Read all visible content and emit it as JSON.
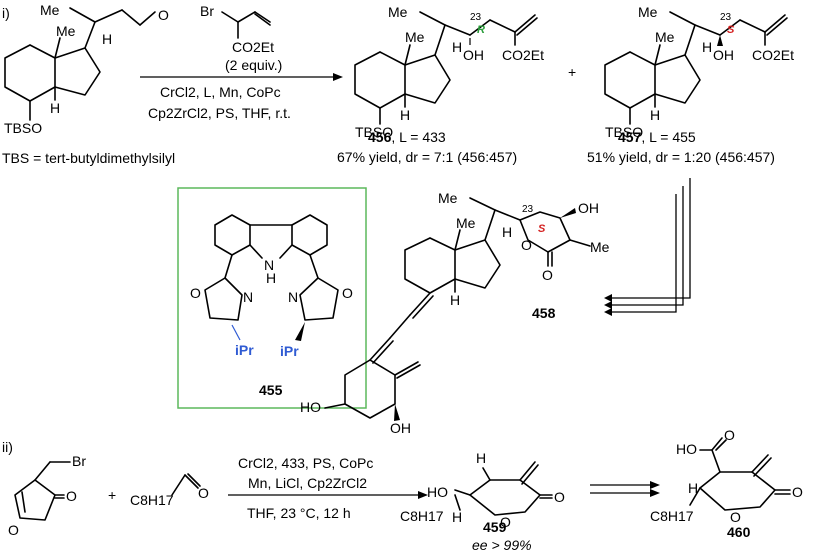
{
  "part_labels": {
    "i": "i)",
    "ii": "ii)"
  },
  "reaction1": {
    "reagent_top": "Br",
    "reagent_ester": "CO2Et",
    "reagent_equiv": "(2 equiv.)",
    "conditions_line1": "CrCl2, L, Mn, CoPc",
    "conditions_line2": "Cp2ZrCl2, PS, THF, r.t.",
    "tbs_definition": "TBS = tert-butyldimethylsilyl"
  },
  "product456": {
    "label": "456",
    "ligand": "L = 433",
    "yield": "67% yield, dr = 7:1 (456:457)",
    "stereo": "R",
    "position": "23"
  },
  "product457": {
    "label": "457",
    "ligand": "L = 455",
    "yield": "51% yield, dr = 1:20 (456:457)",
    "stereo": "S",
    "position": "23"
  },
  "plus": "+",
  "ligand455": {
    "label": "455",
    "nh": "N",
    "iPr": "iPr"
  },
  "compound458": {
    "label": "458",
    "stereo": "S",
    "position": "23"
  },
  "reaction2": {
    "reagent_br": "Br",
    "aldehyde_chain": "C8H17",
    "conditions_line1": "CrCl2, 433, PS, CoPc",
    "conditions_line2": "Mn, LiCl, Cp2ZrCl2",
    "conditions_line3": "THF, 23 °C, 12 h"
  },
  "product459": {
    "label": "459",
    "ee": "ee > 99%"
  },
  "product460": {
    "label": "460"
  },
  "atoms": {
    "me": "Me",
    "h": "H",
    "o": "O",
    "oh": "OH",
    "ho": "HO",
    "n": "N",
    "tbso": "TBSO",
    "co2et": "CO2Et"
  }
}
